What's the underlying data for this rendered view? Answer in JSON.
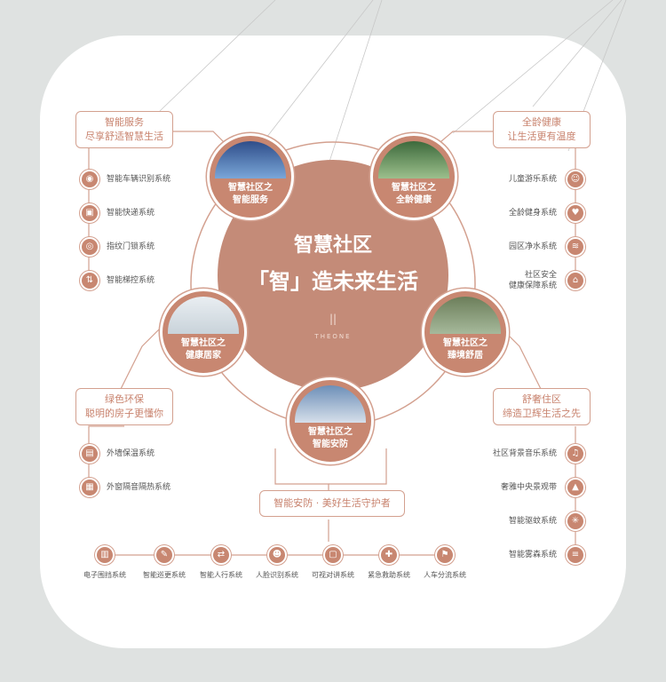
{
  "center": {
    "title_line1": "智慧社区",
    "title_line2": "「智」造未来生活",
    "brand": "THEONE"
  },
  "nodes": {
    "top_left": "智慧社区之\n智能服务",
    "top_right": "智慧社区之\n全龄健康",
    "mid_left": "智慧社区之\n健康居家",
    "mid_right": "智慧社区之\n臻境舒居",
    "bottom": "智慧社区之\n智能安防"
  },
  "boxes": {
    "service": {
      "line1": "智能服务",
      "line2": "尽享舒适智慧生活"
    },
    "health": {
      "line1": "全龄健康",
      "line2": "让生活更有温度"
    },
    "green": {
      "line1": "绿色环保",
      "line2": "聪明的房子更懂你"
    },
    "comfort": {
      "line1": "舒奢住区",
      "line2": "缔造卫辉生活之先"
    },
    "security": {
      "line1": "智能安防 · 美好生活守护者"
    }
  },
  "lists": {
    "service": [
      "智能车辆识别系统",
      "智能快递系统",
      "指纹门锁系统",
      "智能梯控系统"
    ],
    "health": [
      "儿童游乐系统",
      "全龄健身系统",
      "园区净水系统",
      "社区安全\n健康保障系统"
    ],
    "green": [
      "外墙保温系统",
      "外窗隔音隔热系统"
    ],
    "comfort": [
      "社区背景音乐系统",
      "奢雅中央景观带",
      "智能驱蚊系统",
      "智能雾森系统"
    ],
    "security": [
      "电子围挡系统",
      "智能巡更系统",
      "智能人行系统",
      "人脸识别系统",
      "可视对讲系统",
      "紧急救助系统",
      "人车分流系统"
    ]
  },
  "icons": {
    "service": [
      "car-icon",
      "delivery-icon",
      "fingerprint-icon",
      "elevator-icon"
    ],
    "health": [
      "child-icon",
      "fitness-icon",
      "water-icon",
      "shield-home-icon"
    ],
    "green": [
      "wall-icon",
      "window-icon"
    ],
    "comfort": [
      "music-icon",
      "landscape-icon",
      "mosquito-icon",
      "mist-icon"
    ],
    "security": [
      "fence-icon",
      "patrol-icon",
      "pedestrian-icon",
      "face-id-icon",
      "intercom-icon",
      "emergency-icon",
      "traffic-icon"
    ]
  },
  "colors": {
    "accent": "#c88771",
    "center_fill": "#c48b78",
    "line": "#d3a08f",
    "background": "#dfe2e1",
    "card": "#ffffff"
  }
}
